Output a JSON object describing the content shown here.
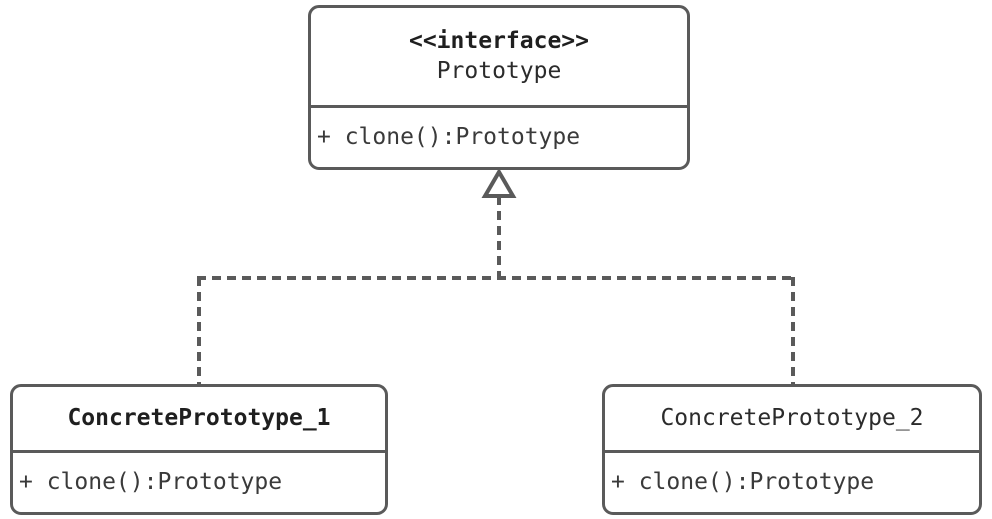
{
  "diagram": {
    "type": "uml-class-diagram",
    "pattern": "Prototype",
    "background_color": "#ffffff",
    "stroke_color": "#5a5a5a",
    "text_color": "#1f1f1f"
  },
  "classes": {
    "prototype": {
      "stereotype": "<<interface>>",
      "name": "Prototype",
      "name_bold": false,
      "methods": [
        "+ clone():Prototype"
      ]
    },
    "concrete_1": {
      "name": "ConcretePrototype_1",
      "name_bold": true,
      "methods": [
        "+ clone():Prototype"
      ]
    },
    "concrete_2": {
      "name": "ConcretePrototype_2",
      "name_bold": false,
      "methods": [
        "+ clone():Prototype"
      ]
    }
  },
  "relationships": [
    {
      "kind": "realization",
      "from": "ConcretePrototype_1",
      "to": "Prototype",
      "line_style": "dashed",
      "arrowhead": "hollow-triangle"
    },
    {
      "kind": "realization",
      "from": "ConcretePrototype_2",
      "to": "Prototype",
      "line_style": "dashed",
      "arrowhead": "hollow-triangle"
    }
  ]
}
